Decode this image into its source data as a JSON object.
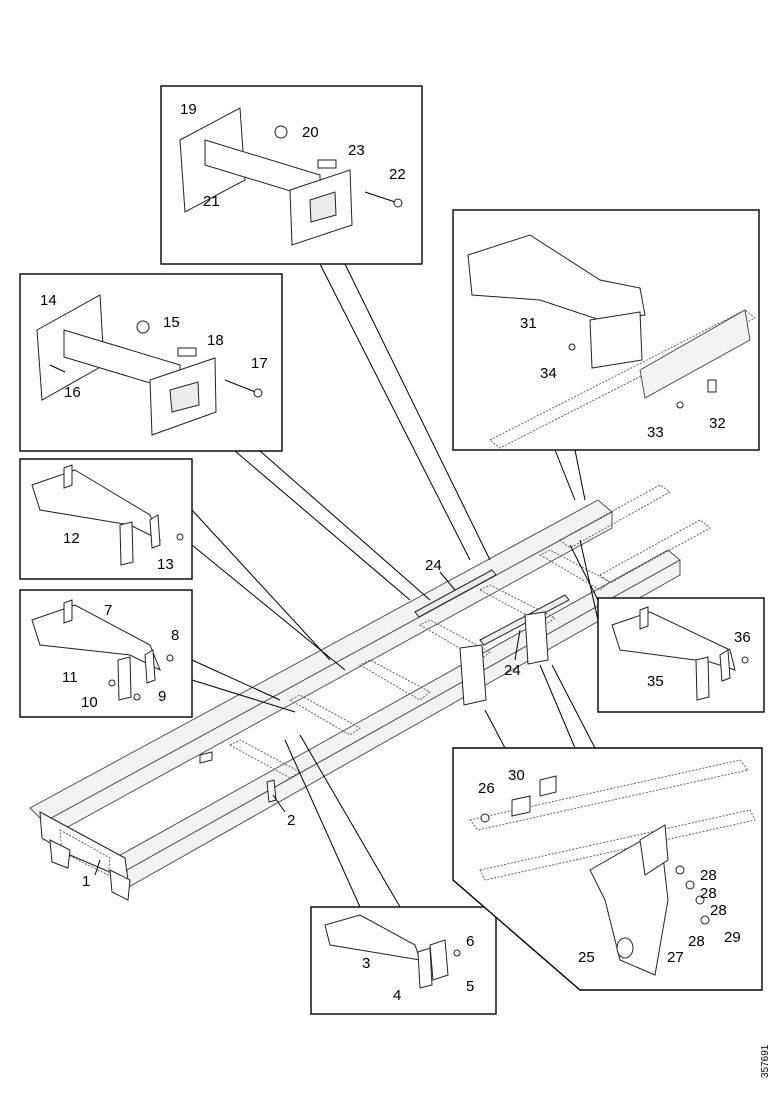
{
  "drawing_ref": "357691",
  "labels": {
    "l1": "1",
    "l2": "2",
    "l3": "3",
    "l4": "4",
    "l5": "5",
    "l6": "6",
    "l7": "7",
    "l8": "8",
    "l9": "9",
    "l10": "10",
    "l11": "11",
    "l12": "12",
    "l13": "13",
    "l14": "14",
    "l15": "15",
    "l16": "16",
    "l17": "17",
    "l18": "18",
    "l19": "19",
    "l20": "20",
    "l21": "21",
    "l22": "22",
    "l23": "23",
    "l24a": "24",
    "l24b": "24",
    "l25": "25",
    "l26": "26",
    "l27": "27",
    "l28a": "28",
    "l28b": "28",
    "l28c": "28",
    "l28d": "28",
    "l29": "29",
    "l30": "30",
    "l31": "31",
    "l32": "32",
    "l33": "33",
    "l34": "34",
    "l35": "35",
    "l36": "36"
  }
}
